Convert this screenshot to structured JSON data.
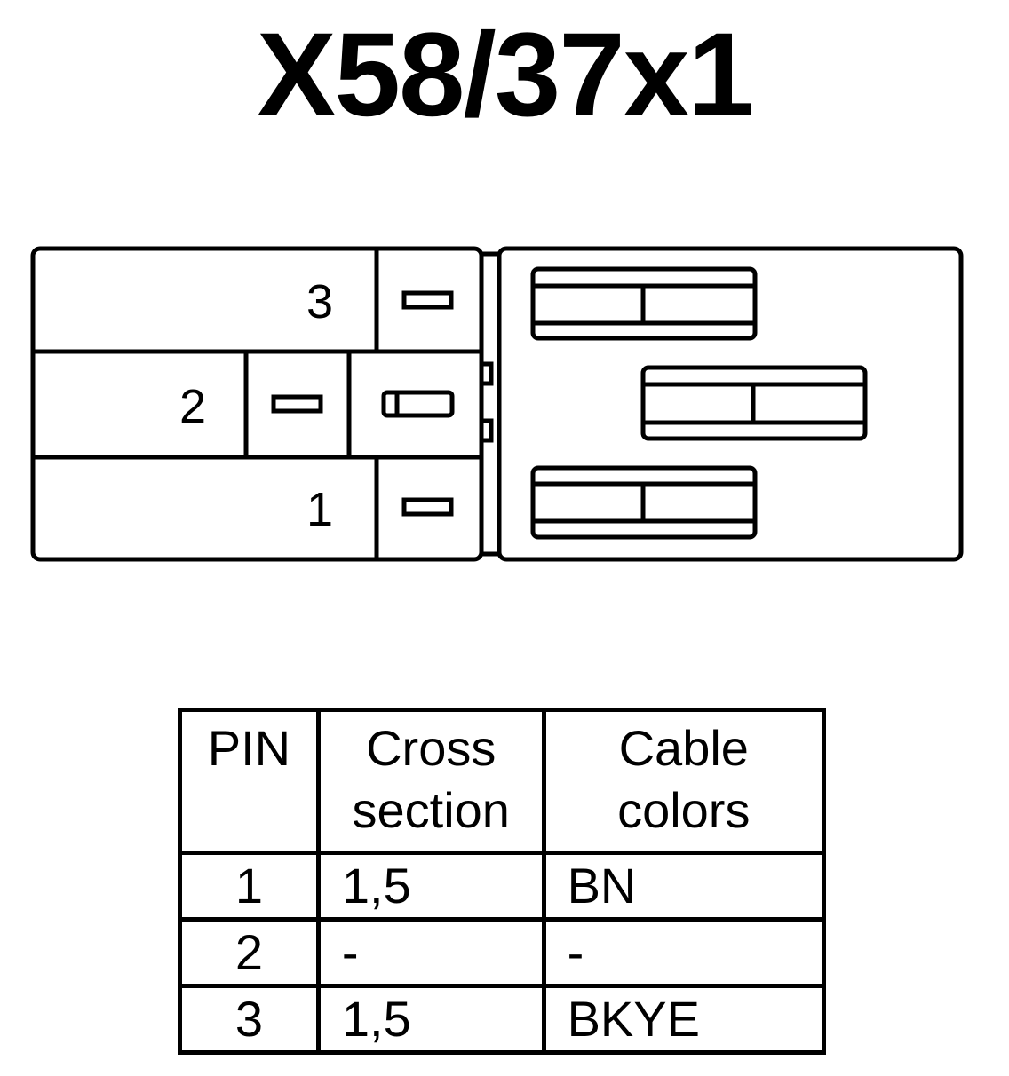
{
  "title": "X58/37x1",
  "connector": {
    "pin_labels": [
      "3",
      "2",
      "1"
    ]
  },
  "table": {
    "headers": [
      {
        "line1": "PIN",
        "line2": ""
      },
      {
        "line1": "Cross",
        "line2": "section"
      },
      {
        "line1": "Cable",
        "line2": "colors"
      }
    ],
    "rows": [
      {
        "pin": "1",
        "cross_section": "1,5",
        "color": "BN"
      },
      {
        "pin": "2",
        "cross_section": "-",
        "color": "-"
      },
      {
        "pin": "3",
        "cross_section": "1,5",
        "color": "BKYE"
      }
    ]
  }
}
